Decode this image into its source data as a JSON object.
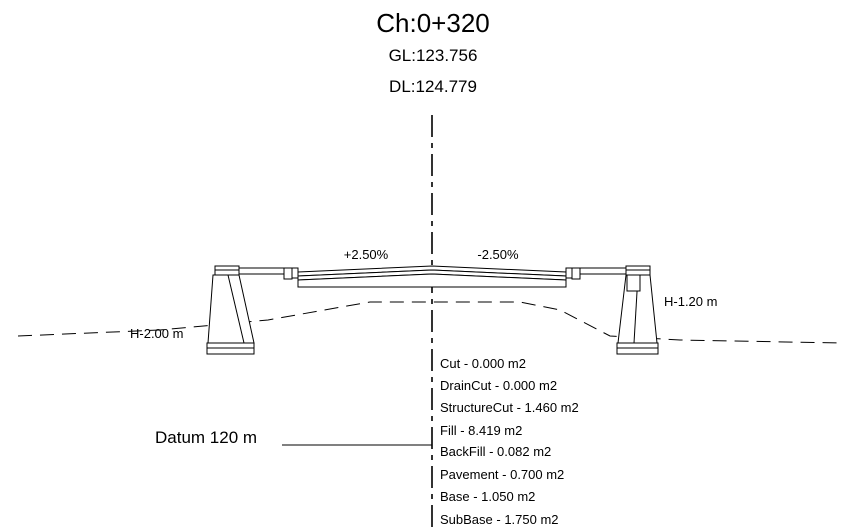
{
  "section": {
    "chainage": "Ch:0+320",
    "ground_level": "GL:123.756",
    "design_level": "DL:124.779"
  },
  "road": {
    "left_slope": "+2.50%",
    "right_slope": "-2.50%"
  },
  "drains": {
    "left_height": "H-2.00 m",
    "right_height": "H-1.20 m"
  },
  "datum": {
    "label": "Datum 120 m"
  },
  "quantities": [
    {
      "label": "Cut - 0.000 m2"
    },
    {
      "label": "DrainCut - 0.000 m2"
    },
    {
      "label": "StructureCut - 1.460 m2"
    },
    {
      "label": "Fill - 8.419 m2"
    },
    {
      "label": "BackFill - 0.082 m2"
    },
    {
      "label": "Pavement - 0.700 m2"
    },
    {
      "label": "Base - 1.050 m2"
    },
    {
      "label": "SubBase - 1.750 m2"
    }
  ]
}
